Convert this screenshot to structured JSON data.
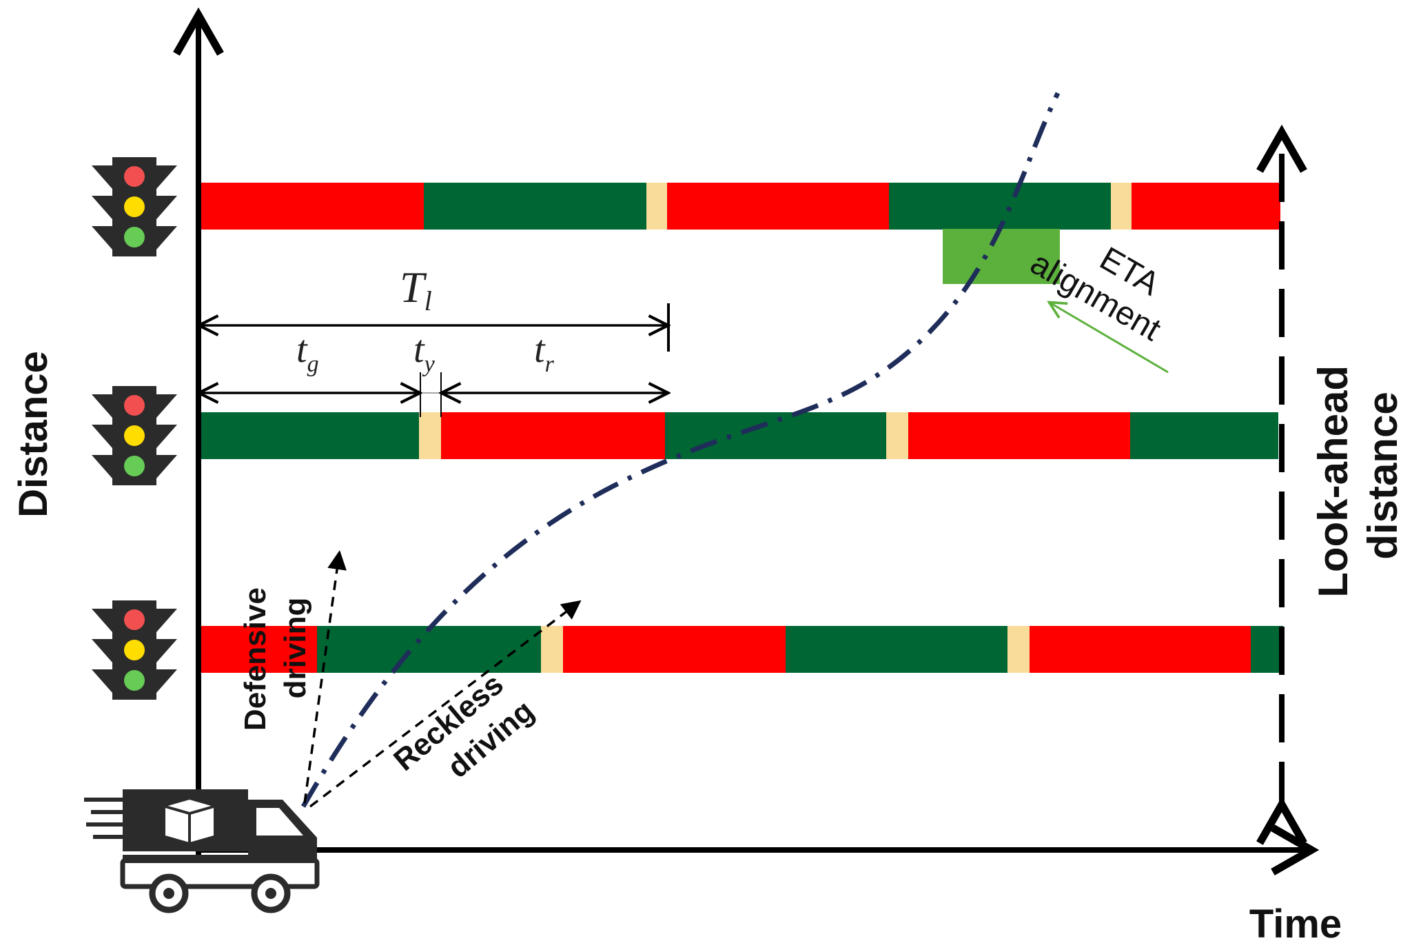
{
  "labels": {
    "y_axis": "Distance",
    "x_axis": "Time",
    "look_ahead_line1": "Look-ahead",
    "look_ahead_line2": "distance",
    "eta_line1": "ETA",
    "eta_line2": "alignment",
    "defensive_line1": "Defensive",
    "defensive_line2": "driving",
    "reckless_line1": "Reckless",
    "reckless_line2": "driving",
    "cycle_main": "T",
    "cycle_sub": "l",
    "green_main": "t",
    "green_sub": "g",
    "yellow_main": "t",
    "yellow_sub": "y",
    "red_main": "t",
    "red_sub": "r"
  },
  "colors": {
    "red": "#ff0000",
    "green": "#006633",
    "yellow": "#fadc9a",
    "eta_box": "#5cb03c",
    "trajectory": "#1f2d5a",
    "axis": "#000000",
    "signal_housing": "#2b2b2b"
  },
  "icons": [
    "traffic-light-icon",
    "traffic-light-icon",
    "traffic-light-icon",
    "delivery-truck-icon"
  ]
}
